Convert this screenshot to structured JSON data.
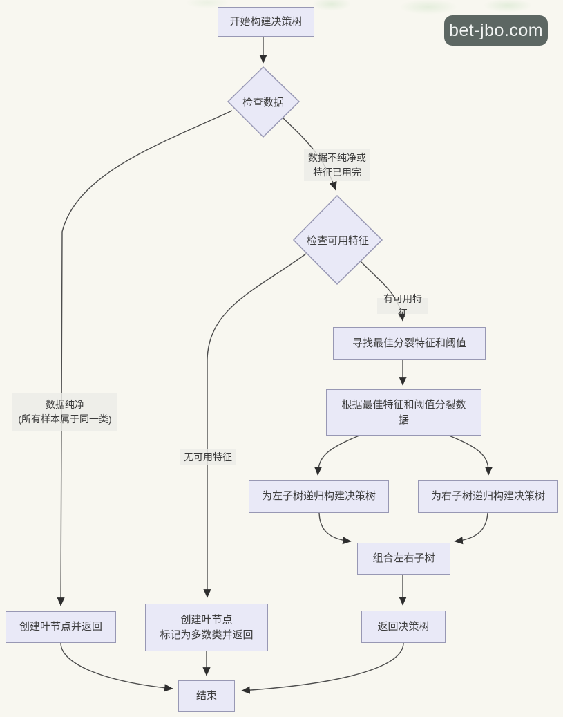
{
  "watermark": {
    "label": "bet-jbo.com"
  },
  "colors": {
    "canvas_bg": "#f8f7f0",
    "node_fill": "#e9e9f7",
    "node_border": "#9898b4",
    "connector": "#4d4d4d",
    "edge_label_bg": "#ebebe7",
    "text": "#3d3d3d",
    "badge_bg": "#5d6763",
    "badge_text": "#f2f4f3"
  },
  "nodes": {
    "start": {
      "label": "开始构建决策树"
    },
    "check_data": {
      "label": "检查数据"
    },
    "check_features": {
      "label": "检查可用特征"
    },
    "find_best": {
      "label": "寻找最佳分裂特征和阈值"
    },
    "split_data": {
      "label": "根据最佳特征和阈值分裂数\n据"
    },
    "left_subtree": {
      "label": "为左子树递归构建决策树"
    },
    "right_subtree": {
      "label": "为右子树递归构建决策树"
    },
    "combine": {
      "label": "组合左右子树"
    },
    "return_tree": {
      "label": "返回决策树"
    },
    "leaf_return": {
      "label": "创建叶节点并返回"
    },
    "leaf_majority": {
      "label": "创建叶节点\n标记为多数类并返回"
    },
    "end": {
      "label": "结束"
    }
  },
  "edge_labels": {
    "impure": "数据不纯净或\n特征已用完",
    "has_features": "有可用特征",
    "pure": "数据纯净\n(所有样本属于同一类)",
    "no_features": "无可用特征"
  }
}
